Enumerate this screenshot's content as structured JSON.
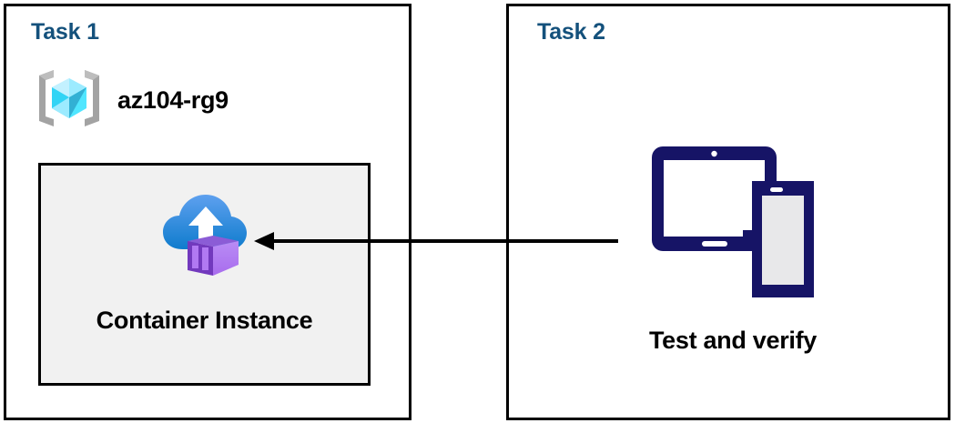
{
  "diagram": {
    "title": "Azure Container Instance task diagram",
    "colors": {
      "task_title": "#14517c",
      "panel_border": "#000000",
      "resource_box_fill": "#f1f1f1",
      "device_navy": "#161466",
      "cube_blue": "#50e6ff",
      "cloud_blue": "#1b8bdd",
      "container_purple": "#b179f2",
      "bracket_gray": "#a0a0a0",
      "arrow": "#000000"
    },
    "panels": [
      {
        "id": "task1",
        "title": "Task 1",
        "resource_group": {
          "name": "az104-rg9",
          "icon": "resource-group-icon"
        },
        "resource": {
          "label": "Container Instance",
          "icon": "container-instance-icon"
        }
      },
      {
        "id": "task2",
        "title": "Task 2",
        "device": {
          "label": "Test and verify",
          "icon": "tablet-and-phone-icon"
        }
      }
    ],
    "connector": {
      "name": "verify-to-container-arrow",
      "direction": "right-to-left",
      "from": "Test and verify",
      "to": "Container Instance"
    }
  }
}
